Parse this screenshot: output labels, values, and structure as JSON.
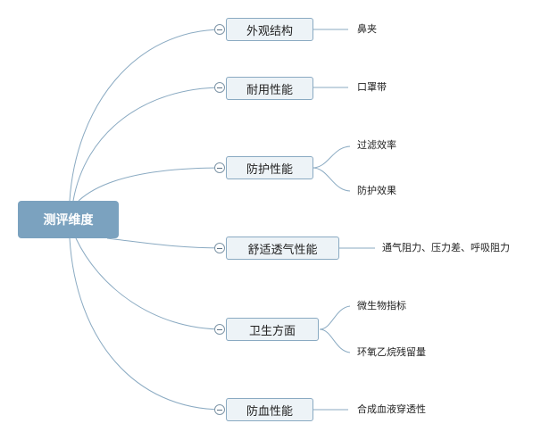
{
  "root": {
    "label": "测评维度"
  },
  "branches": [
    {
      "label": "外观结构",
      "leaves": [
        "鼻夹"
      ]
    },
    {
      "label": "耐用性能",
      "leaves": [
        "口罩带"
      ]
    },
    {
      "label": "防护性能",
      "leaves": [
        "过滤效率",
        "防护效果"
      ]
    },
    {
      "label": "舒适透气性能",
      "leaves": [
        "通气阻力、压力差、呼吸阻力"
      ]
    },
    {
      "label": "卫生方面",
      "leaves": [
        "微生物指标",
        "环氧乙烷残留量"
      ]
    },
    {
      "label": "防血性能",
      "leaves": [
        "合成血液穿透性"
      ]
    }
  ],
  "colors": {
    "root_fill": "#7ba2bf",
    "branch_fill": "#edf3f7",
    "branch_border": "#8aaac2",
    "connector": "#8aaac2"
  }
}
